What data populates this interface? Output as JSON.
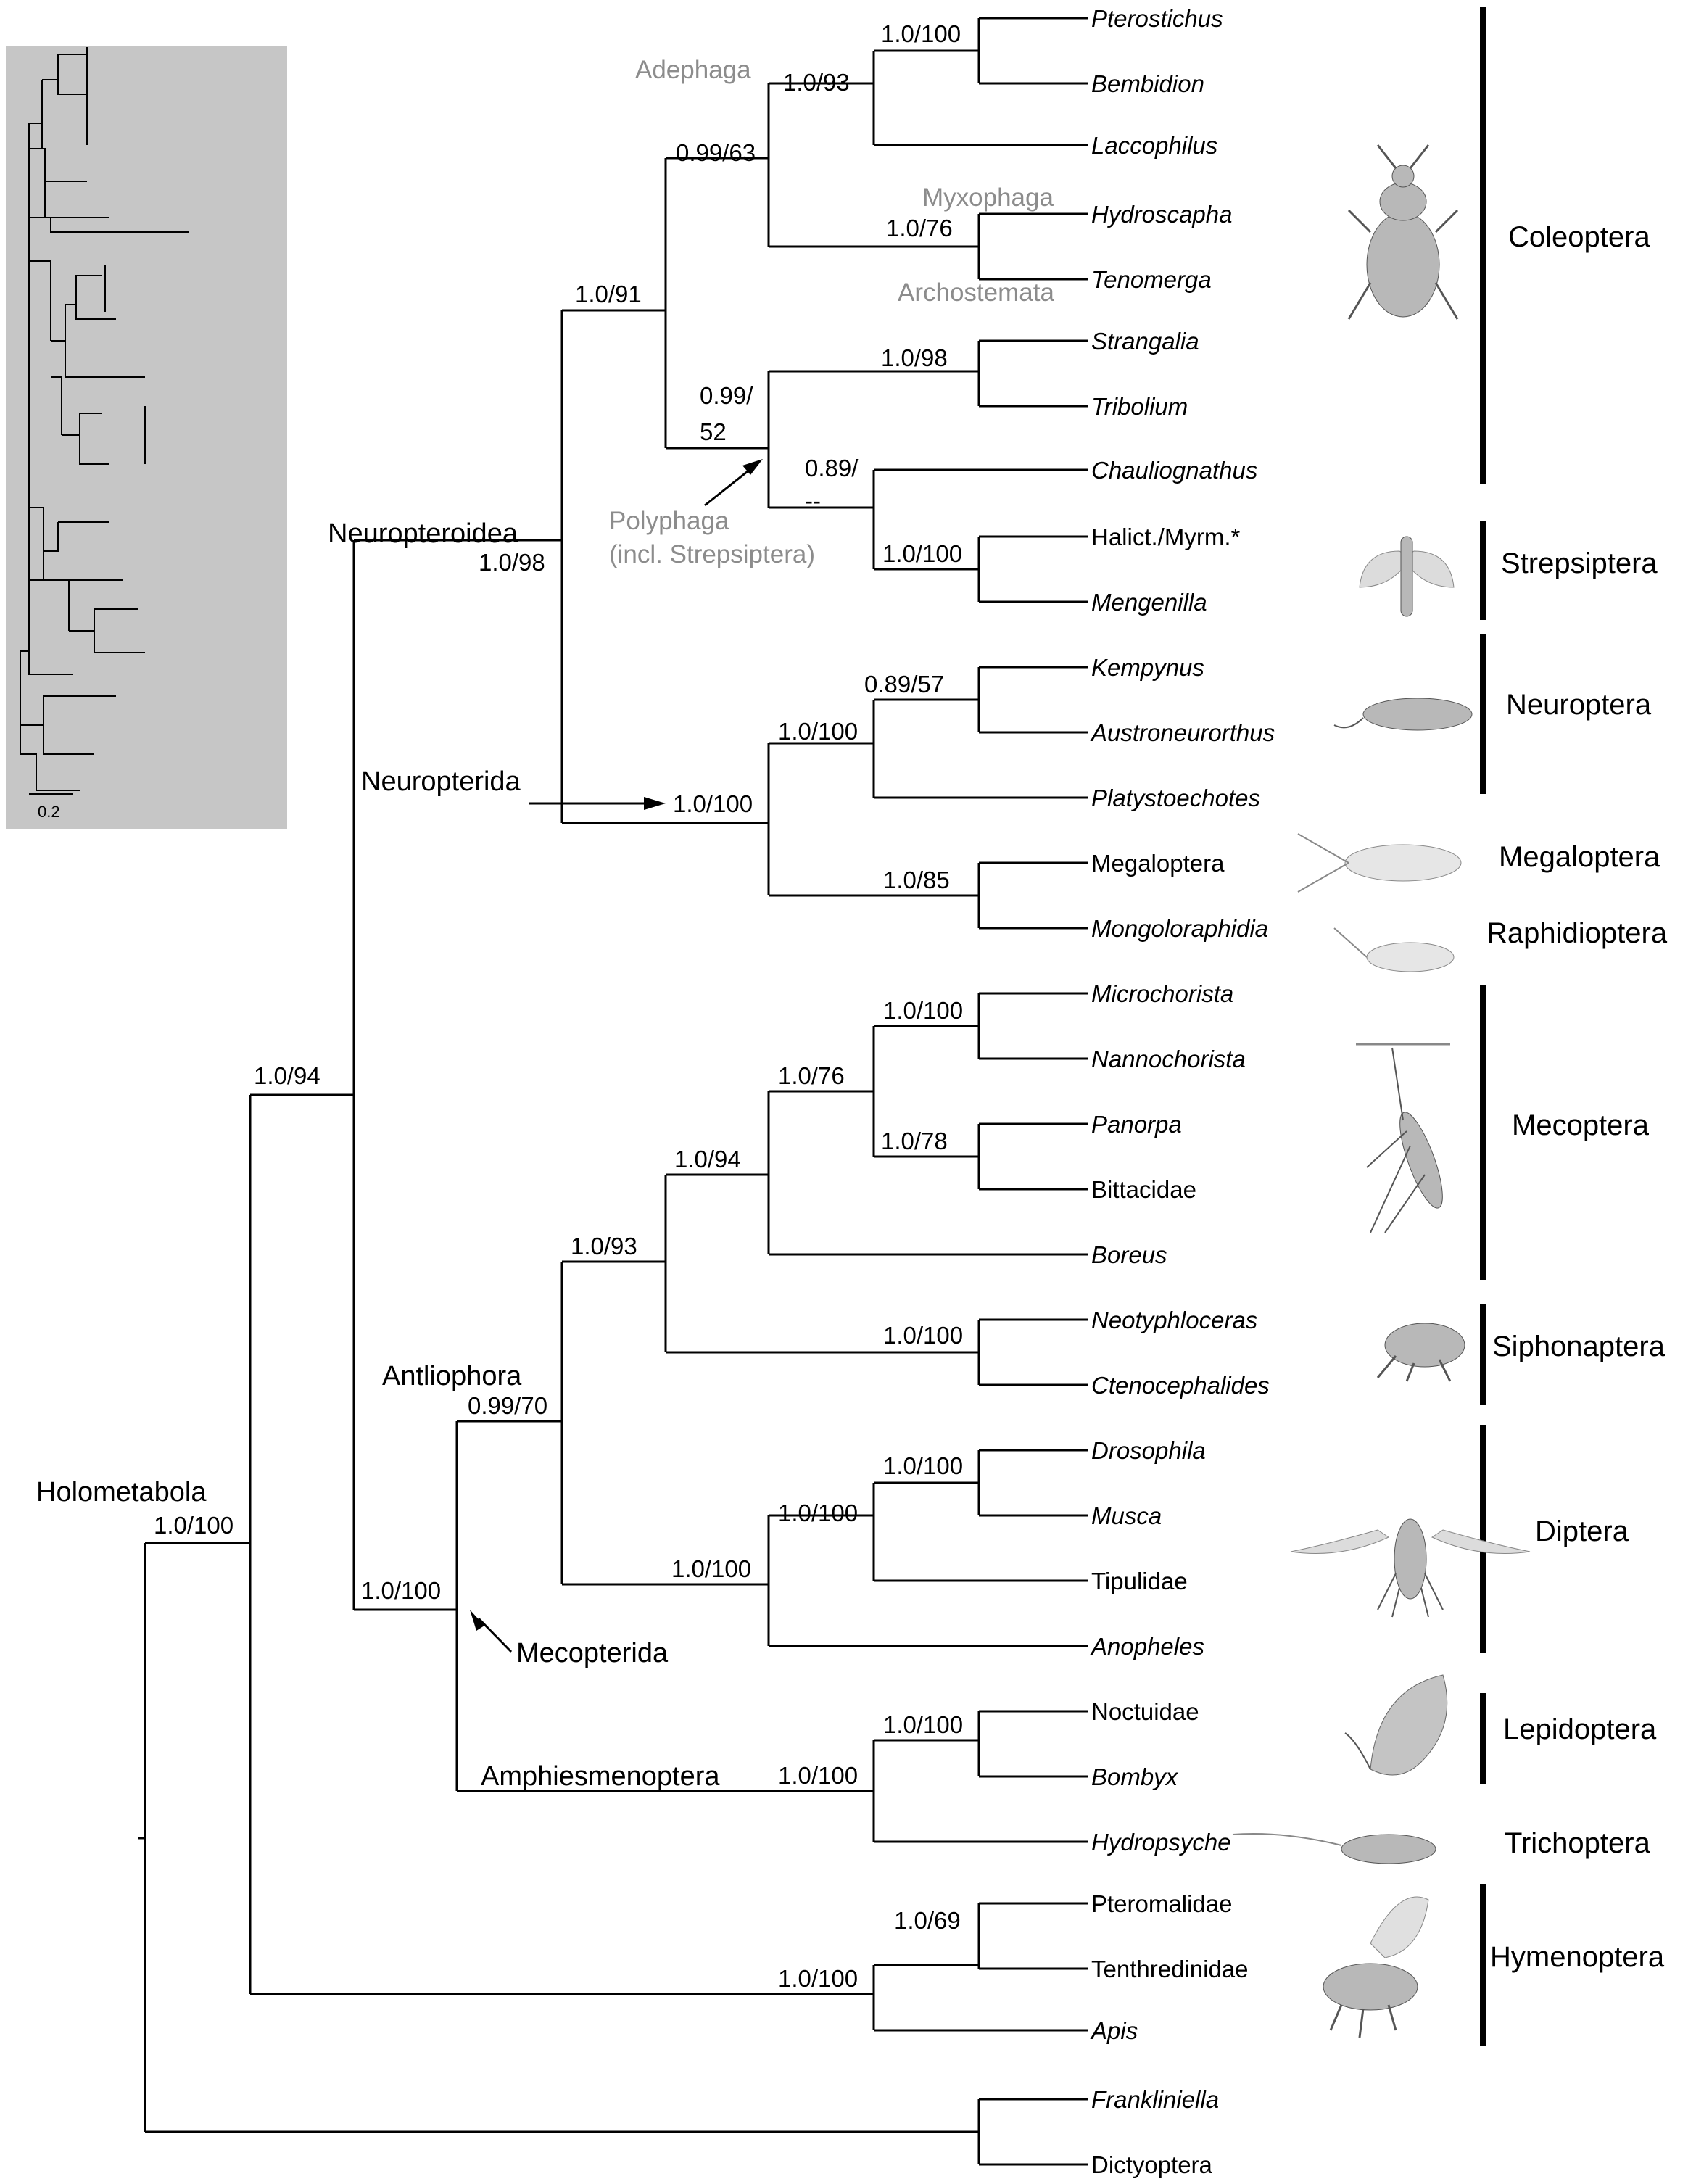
{
  "inset": {
    "scale_label": "0.2"
  },
  "taxa": [
    {
      "label": "Pterostichus",
      "italic": true
    },
    {
      "label": "Bembidion",
      "italic": true
    },
    {
      "label": "Laccophilus",
      "italic": true
    },
    {
      "label": "Hydroscapha",
      "italic": true
    },
    {
      "label": "Tenomerga",
      "italic": true
    },
    {
      "label": "Strangalia",
      "italic": true
    },
    {
      "label": "Tribolium",
      "italic": true
    },
    {
      "label": "Chauliognathus",
      "italic": true
    },
    {
      "label": "Halict./Myrm.*",
      "italic": false
    },
    {
      "label": "Mengenilla",
      "italic": true
    },
    {
      "label": "Kempynus",
      "italic": true
    },
    {
      "label": "Austroneurorthus",
      "italic": true
    },
    {
      "label": "Platystoechotes",
      "italic": true
    },
    {
      "label": "Megaloptera",
      "italic": false
    },
    {
      "label": "Mongoloraphidia",
      "italic": true
    },
    {
      "label": "Microchorista",
      "italic": true
    },
    {
      "label": "Nannochorista",
      "italic": true
    },
    {
      "label": "Panorpa",
      "italic": true
    },
    {
      "label": "Bittacidae",
      "italic": false
    },
    {
      "label": "Boreus",
      "italic": true
    },
    {
      "label": "Neotyphloceras",
      "italic": true
    },
    {
      "label": "Ctenocephalides",
      "italic": true
    },
    {
      "label": "Drosophila",
      "italic": true
    },
    {
      "label": "Musca",
      "italic": true
    },
    {
      "label": "Tipulidae",
      "italic": false
    },
    {
      "label": "Anopheles",
      "italic": true
    },
    {
      "label": "Noctuidae",
      "italic": false
    },
    {
      "label": "Bombyx",
      "italic": true
    },
    {
      "label": "Hydropsyche",
      "italic": true
    },
    {
      "label": "Pteromalidae",
      "italic": false
    },
    {
      "label": "Tenthredinidae",
      "italic": false
    },
    {
      "label": "Apis",
      "italic": true
    },
    {
      "label": "Frankliniella",
      "italic": true
    },
    {
      "label": "Dictyoptera",
      "italic": false
    }
  ],
  "support": [
    "1.0/100",
    "1.0/93",
    "0.99/63",
    "1.0/76",
    "1.0/91",
    "1.0/98",
    "0.99/",
    "52",
    "0.89/",
    "--",
    "1.0/100",
    "1.0/98",
    "0.89/57",
    "1.0/100",
    "1.0/100",
    "1.0/85",
    "1.0/100",
    "1.0/76",
    "1.0/78",
    "1.0/94",
    "1.0/93",
    "1.0/100",
    "0.99/70",
    "1.0/100",
    "1.0/100",
    "1.0/100",
    "1.0/100",
    "1.0/100",
    "1.0/100",
    "1.0/69",
    "1.0/100",
    "1.0/94",
    "1.0/100"
  ],
  "clades": [
    "Neuropteroidea",
    "Neuropterida",
    "Antliophora",
    "Mecopterida",
    "Amphiesmenoptera",
    "Holometabola"
  ],
  "grey_labels": [
    "Adephaga",
    "Myxophaga",
    "Archostemata",
    "Polyphaga",
    "(incl. Strepsiptera)"
  ],
  "orders": [
    "Coleoptera",
    "Strepsiptera",
    "Neuroptera",
    "Megaloptera",
    "Raphidioptera",
    "Mecoptera",
    "Siphonaptera",
    "Diptera",
    "Lepidoptera",
    "Trichoptera",
    "Hymenoptera"
  ]
}
